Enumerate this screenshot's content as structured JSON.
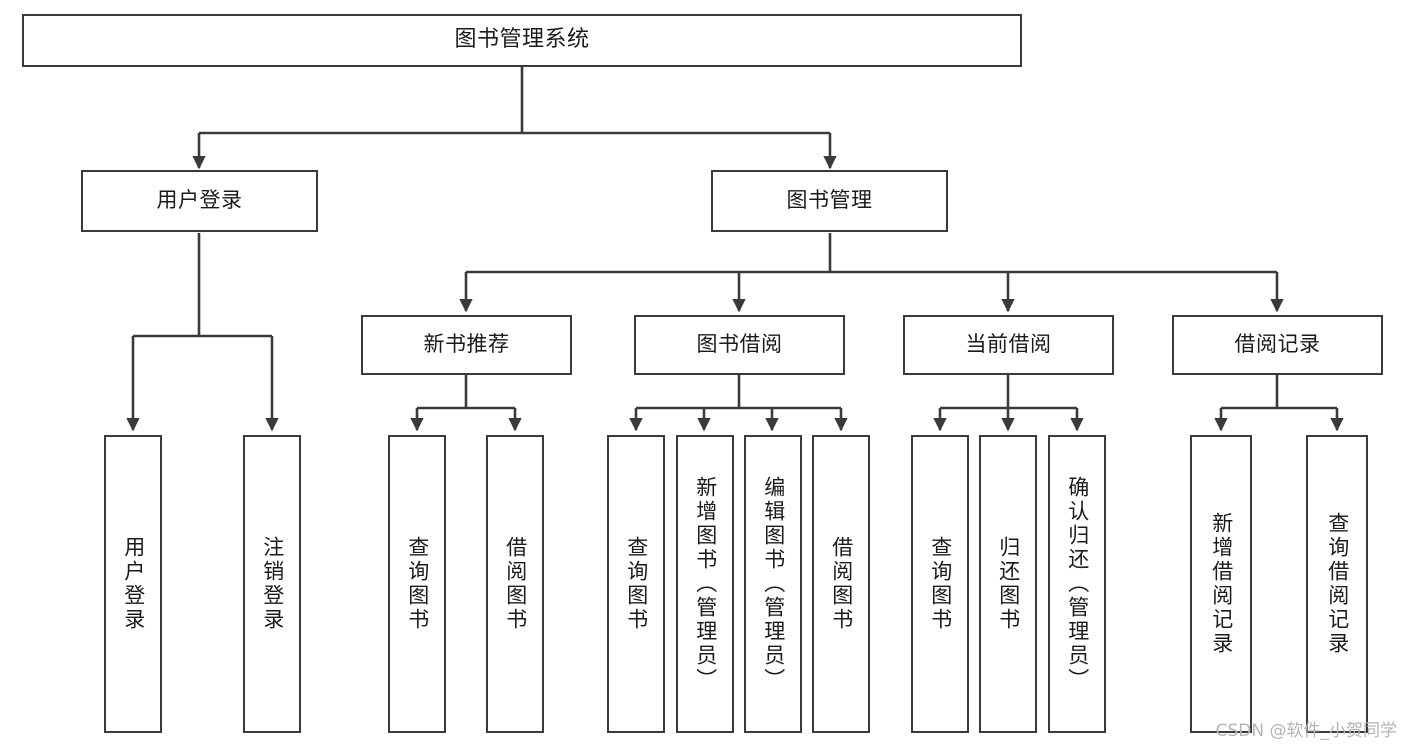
{
  "diagram": {
    "title": "图书管理系统",
    "watermark": "CSDN @软件_小贺同学",
    "colors": {
      "box_border": "#3a3a3a",
      "box_fill": "#ffffff",
      "edge": "#3a3a3a",
      "text": "#1b1b1b",
      "watermark": "#b4b4b4"
    },
    "nodes": {
      "root": {
        "label": "图书管理系统"
      },
      "level1": [
        {
          "label": "用户登录"
        },
        {
          "label": "图书管理"
        }
      ],
      "level2": [
        {
          "label": "新书推荐"
        },
        {
          "label": "图书借阅"
        },
        {
          "label": "当前借阅"
        },
        {
          "label": "借阅记录"
        }
      ],
      "leaves": {
        "user_login": [
          {
            "label": "用户登录"
          },
          {
            "label": "注销登录"
          }
        ],
        "new_book_recommend": [
          {
            "label": "查询图书"
          },
          {
            "label": "借阅图书"
          }
        ],
        "book_borrow": [
          {
            "label": "查询图书"
          },
          {
            "label": "新增图书（管理员）"
          },
          {
            "label": "编辑图书（管理员）"
          },
          {
            "label": "借阅图书"
          }
        ],
        "current_borrow": [
          {
            "label": "查询图书"
          },
          {
            "label": "归还图书"
          },
          {
            "label": "确认归还（管理员）"
          }
        ],
        "borrow_record": [
          {
            "label": "新增借阅记录"
          },
          {
            "label": "查询借阅记录"
          }
        ]
      }
    }
  }
}
